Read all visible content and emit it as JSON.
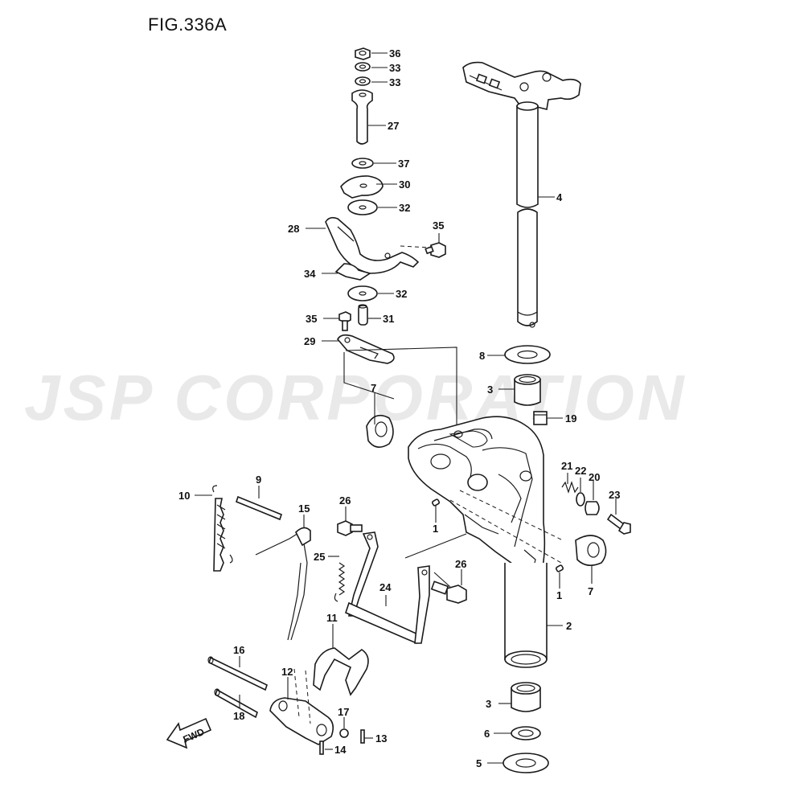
{
  "figure": {
    "title": "FIG.336A",
    "watermark": "JSP CORPORATION",
    "fwd_label": "FWD"
  },
  "callouts": {
    "p36": "36",
    "p33a": "33",
    "p33b": "33",
    "p27": "27",
    "p37": "37",
    "p30": "30",
    "p32a": "32",
    "p28": "28",
    "p35a": "35",
    "p34": "34",
    "p32b": "32",
    "p35b": "35",
    "p31": "31",
    "p29": "29",
    "p4": "4",
    "p8": "8",
    "p3a": "3",
    "p19": "19",
    "p7a": "7",
    "p21": "21",
    "p22": "22",
    "p20": "20",
    "p23": "23",
    "p1a": "1",
    "p10": "10",
    "p9": "9",
    "p15": "15",
    "p26a": "26",
    "p25": "25",
    "p26b": "26",
    "p24": "24",
    "p1b": "1",
    "p7b": "7",
    "p2": "2",
    "p11": "11",
    "p16": "16",
    "p12": "12",
    "p18": "18",
    "p17": "17",
    "p3b": "3",
    "p6": "6",
    "p14": "14",
    "p13": "13",
    "p5": "5"
  }
}
